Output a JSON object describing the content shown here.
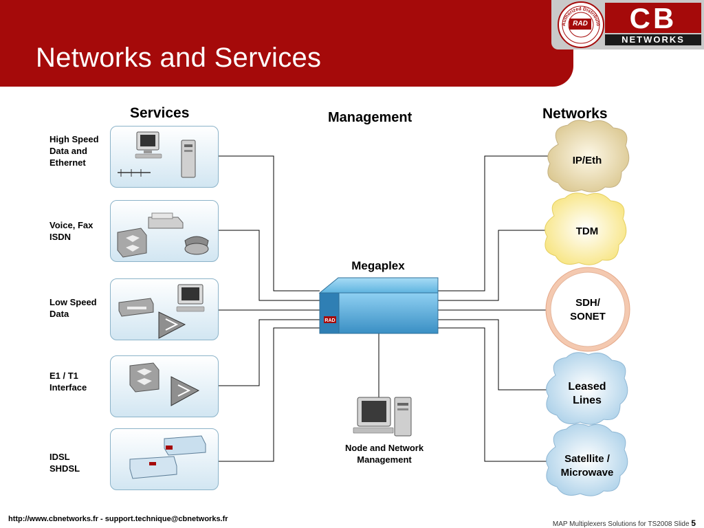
{
  "slide": {
    "title": "Networks and Services",
    "footer_url": "http://www.cbnetworks.fr - support.technique@cbnetworks.fr",
    "footer_caption": "MAP Multiplexers Solutions for TS2008",
    "slide_word": "Slide",
    "slide_number": "5"
  },
  "logo": {
    "seal_text": "Authorized Distributor",
    "seal_brand": "RAD",
    "brand": "CB",
    "brand_sub": "NETWORKS"
  },
  "headers": {
    "services": "Services",
    "management": "Management",
    "networks": "Networks"
  },
  "services": [
    {
      "line1": "High Speed",
      "line2": "Data and",
      "line3": "Ethernet",
      "icon": "computer-server-icon"
    },
    {
      "line1": "Voice, Fax",
      "line2": "ISDN",
      "line3": "",
      "icon": "phone-fax-icon"
    },
    {
      "line1": "Low Speed",
      "line2": "Data",
      "line3": "",
      "icon": "modem-terminal-icon"
    },
    {
      "line1": "E1 / T1",
      "line2": "Interface",
      "line3": "",
      "icon": "pbx-router-icon"
    },
    {
      "line1": "IDSL",
      "line2": "SHDSL",
      "line3": "",
      "icon": "dsl-modem-icon"
    }
  ],
  "networks": [
    {
      "line1": "IP/Eth",
      "line2": "",
      "style": "cloud-tan"
    },
    {
      "line1": "TDM",
      "line2": "",
      "style": "cloud-yellow"
    },
    {
      "line1": "SDH/",
      "line2": "SONET",
      "style": "ring"
    },
    {
      "line1": "Leased",
      "line2": "Lines",
      "style": "cloud-blue"
    },
    {
      "line1": "Satellite /",
      "line2": "Microwave",
      "style": "cloud-blue"
    }
  ],
  "center": {
    "device_label": "Megaplex",
    "node_label_1": "Node and Network",
    "node_label_2": "Management"
  },
  "colors": {
    "header_red": "#a50a0a",
    "cloud_tan": "#e9ddb8",
    "cloud_yellow": "#fff3a8",
    "cloud_blue": "#cfe4f2",
    "ring_peach": "#f2c2a8",
    "device_blue": "#5fb4e0"
  }
}
